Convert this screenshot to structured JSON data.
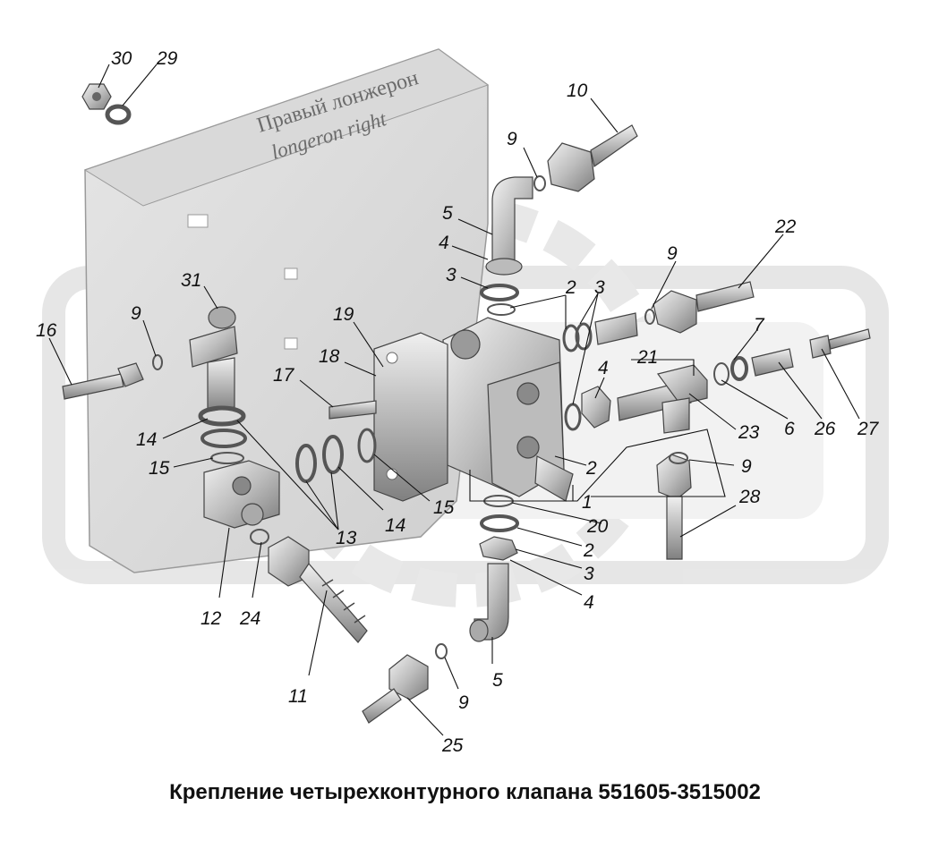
{
  "caption": "Крепление четырехконтурного клапана 551605-3515002",
  "plate": {
    "label_ru": "Правый лонжерон",
    "label_en": "longeron right"
  },
  "callouts": [
    {
      "id": "c30",
      "text": "30"
    },
    {
      "id": "c29",
      "text": "29"
    },
    {
      "id": "c10",
      "text": "10"
    },
    {
      "id": "c9a",
      "text": "9"
    },
    {
      "id": "c5a",
      "text": "5"
    },
    {
      "id": "c4a",
      "text": "4"
    },
    {
      "id": "c3a",
      "text": "3"
    },
    {
      "id": "c2a",
      "text": "2"
    },
    {
      "id": "c3b",
      "text": "3"
    },
    {
      "id": "c22",
      "text": "22"
    },
    {
      "id": "c9b",
      "text": "9"
    },
    {
      "id": "c31",
      "text": "31"
    },
    {
      "id": "c9c",
      "text": "9"
    },
    {
      "id": "c16",
      "text": "16"
    },
    {
      "id": "c19",
      "text": "19"
    },
    {
      "id": "c18",
      "text": "18"
    },
    {
      "id": "c17",
      "text": "17"
    },
    {
      "id": "c4b",
      "text": "4"
    },
    {
      "id": "c21",
      "text": "21"
    },
    {
      "id": "c7",
      "text": "7"
    },
    {
      "id": "c23",
      "text": "23"
    },
    {
      "id": "c6",
      "text": "6"
    },
    {
      "id": "c26",
      "text": "26"
    },
    {
      "id": "c27",
      "text": "27"
    },
    {
      "id": "c14a",
      "text": "14"
    },
    {
      "id": "c15a",
      "text": "15"
    },
    {
      "id": "c9d",
      "text": "9"
    },
    {
      "id": "c2b",
      "text": "2"
    },
    {
      "id": "c1",
      "text": "1"
    },
    {
      "id": "c28",
      "text": "28"
    },
    {
      "id": "c20",
      "text": "20"
    },
    {
      "id": "c2c",
      "text": "2"
    },
    {
      "id": "c14b",
      "text": "14"
    },
    {
      "id": "c15b",
      "text": "15"
    },
    {
      "id": "c13",
      "text": "13"
    },
    {
      "id": "c3c",
      "text": "3"
    },
    {
      "id": "c4c",
      "text": "4"
    },
    {
      "id": "c12",
      "text": "12"
    },
    {
      "id": "c24",
      "text": "24"
    },
    {
      "id": "c5b",
      "text": "5"
    },
    {
      "id": "c11",
      "text": "11"
    },
    {
      "id": "c9e",
      "text": "9"
    },
    {
      "id": "c25",
      "text": "25"
    }
  ]
}
